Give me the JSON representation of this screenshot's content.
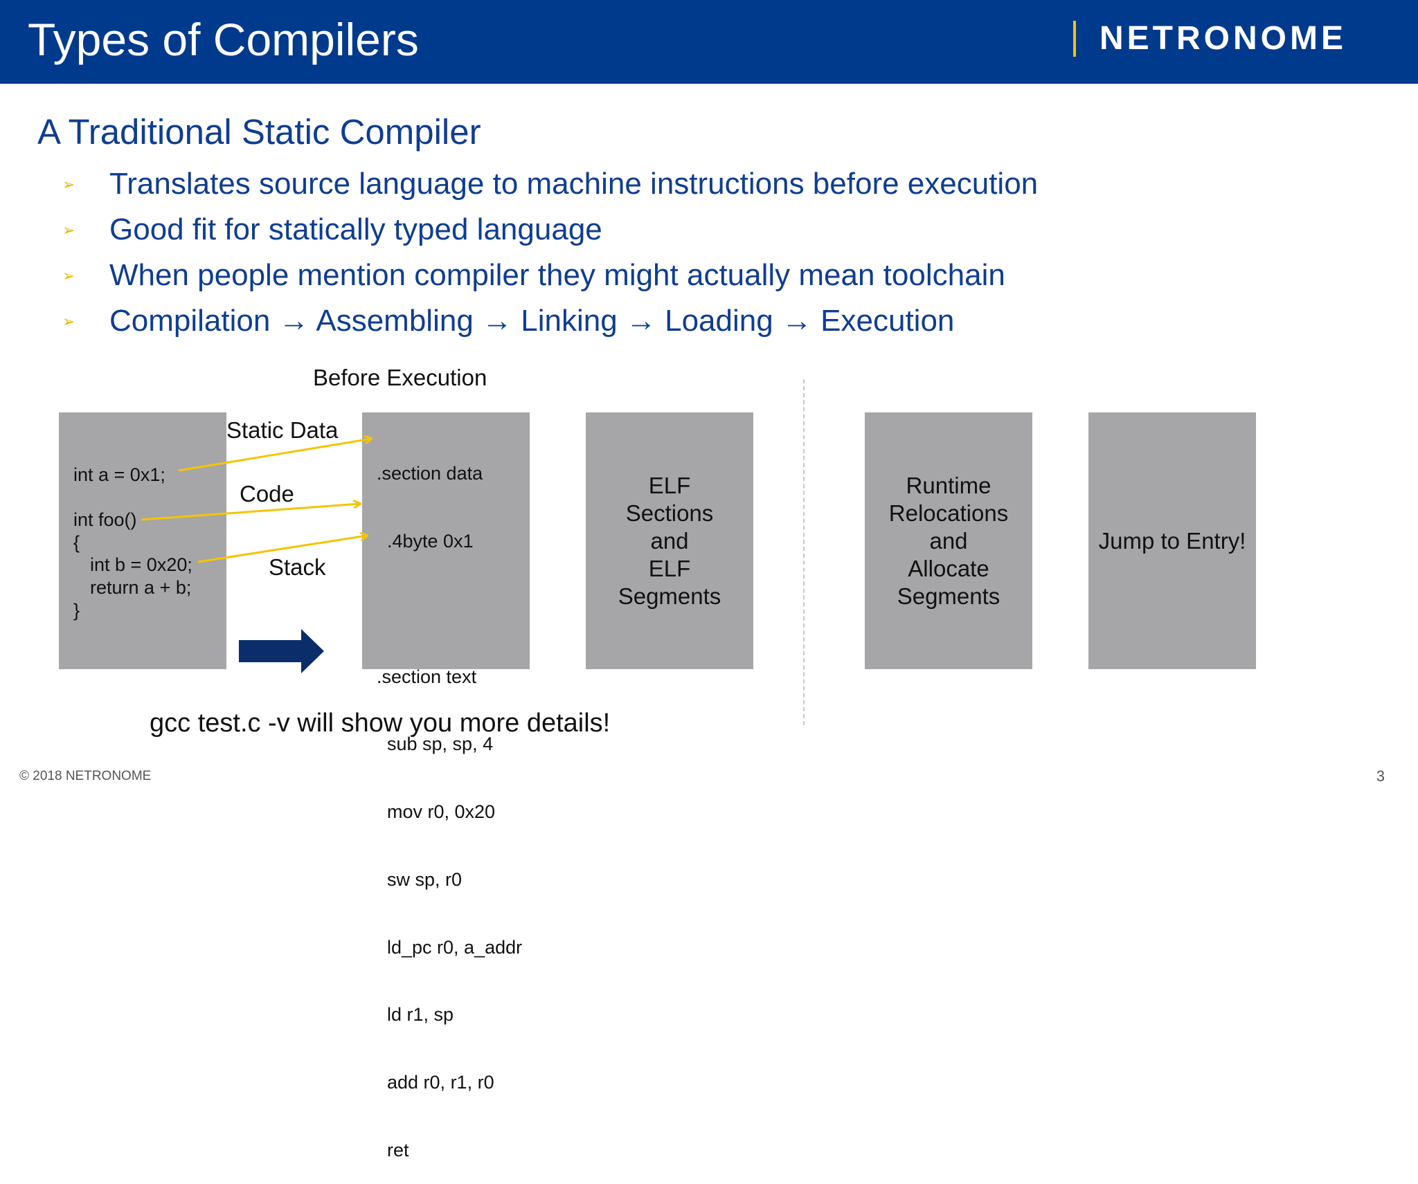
{
  "header": {
    "title": "Types of Compilers",
    "logo_text": "NETRONOME"
  },
  "colors": {
    "header_bg": "#003a8c",
    "brand_text": "#0f3d91",
    "accent_yellow": "#f5c400",
    "box_gray": "#a6a6a8",
    "arrow_navy": "#0b2e6b"
  },
  "subtitle": "A Traditional Static Compiler",
  "bullets": [
    "Translates source language to machine instructions before execution",
    "Good fit for statically typed language",
    "When people mention compiler they might actually mean toolchain",
    "Compilation → Assembling → Linking → Loading → Execution"
  ],
  "diagram": {
    "caption": "Before Execution",
    "source_code": [
      "int a = 0x1;",
      "",
      "int foo()",
      "{",
      "   int b = 0x20;",
      "   return a + b;",
      "}"
    ],
    "labels": {
      "static_data": "Static Data",
      "code": "Code",
      "stack": "Stack"
    },
    "assembly": [
      ".section data",
      "  .4byte 0x1",
      "",
      ".section text",
      "  sub sp, sp, 4",
      "  mov r0, 0x20",
      "  sw sp, r0",
      "  ld_pc r0, a_addr",
      "  ld r1, sp",
      "  add r0, r1, r0",
      "  ret"
    ],
    "elf_box": [
      "ELF",
      "Sections",
      "and",
      "ELF",
      "Segments"
    ],
    "runtime_box": [
      "Runtime",
      "Relocations",
      "and",
      "Allocate",
      "Segments"
    ],
    "entry_box": "Jump to Entry!",
    "icons": {
      "bullet": "arrowhead-bullet-icon",
      "big_arrow": "right-arrow-icon",
      "mapping_arrows": "yellow-arrow-icon"
    }
  },
  "footnote": "gcc test.c -v will show you more details!",
  "footer": {
    "copyright": "© 2018 NETRONOME",
    "page_number": "3"
  }
}
